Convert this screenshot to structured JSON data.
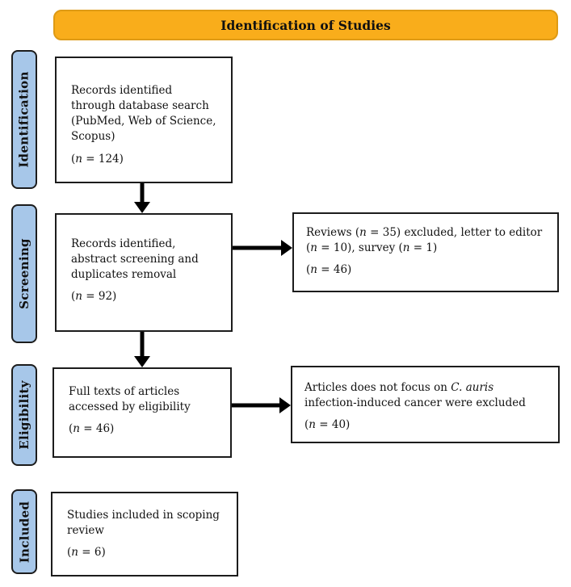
{
  "title_banner": {
    "label": "Identification of Studies"
  },
  "colors": {
    "banner_fill": "#F9AD1B",
    "banner_border": "#DE9A15",
    "sidebar_fill": "#A7C7E9",
    "sidebar_border": "#1C1C1C",
    "box_border": "#1C1C1C",
    "arrow": "#000000",
    "text": "#111111"
  },
  "stages": [
    {
      "label": "Identification"
    },
    {
      "label": "Screening"
    },
    {
      "label": "Eligibility"
    },
    {
      "label": "Included"
    }
  ],
  "boxes": {
    "records_identified": {
      "body": [
        {
          "t": "Records identified through database search (PubMed, Web of Science, Scopus)"
        }
      ],
      "count": [
        {
          "t": "("
        },
        {
          "t": "n",
          "i": true
        },
        {
          "t": " = 124)"
        }
      ]
    },
    "screening": {
      "body": [
        {
          "t": "Records identified, abstract screening and duplicates removal"
        }
      ],
      "count": [
        {
          "t": "("
        },
        {
          "t": "n",
          "i": true
        },
        {
          "t": " = 92)"
        }
      ]
    },
    "screening_excluded": {
      "body": [
        {
          "t": "Reviews ("
        },
        {
          "t": "n",
          "i": true
        },
        {
          "t": " = 35) excluded, letter to editor ("
        },
        {
          "t": "n",
          "i": true
        },
        {
          "t": " = 10), survey ("
        },
        {
          "t": "n",
          "i": true
        },
        {
          "t": " = 1)"
        }
      ],
      "count": [
        {
          "t": "("
        },
        {
          "t": "n",
          "i": true
        },
        {
          "t": " = 46)"
        }
      ]
    },
    "eligibility": {
      "body": [
        {
          "t": "Full texts of articles accessed by eligibility"
        }
      ],
      "count": [
        {
          "t": "("
        },
        {
          "t": "n",
          "i": true
        },
        {
          "t": " = 46)"
        }
      ]
    },
    "eligibility_excluded": {
      "body": [
        {
          "t": "Articles does not focus on "
        },
        {
          "t": "C. auris",
          "i": true
        },
        {
          "t": " infection-induced cancer were excluded"
        }
      ],
      "count": [
        {
          "t": "("
        },
        {
          "t": "n",
          "i": true
        },
        {
          "t": " = 40)"
        }
      ]
    },
    "included": {
      "body": [
        {
          "t": "Studies included in scoping review"
        }
      ],
      "count": [
        {
          "t": "("
        },
        {
          "t": "n",
          "i": true
        },
        {
          "t": " = 6)"
        }
      ]
    }
  }
}
